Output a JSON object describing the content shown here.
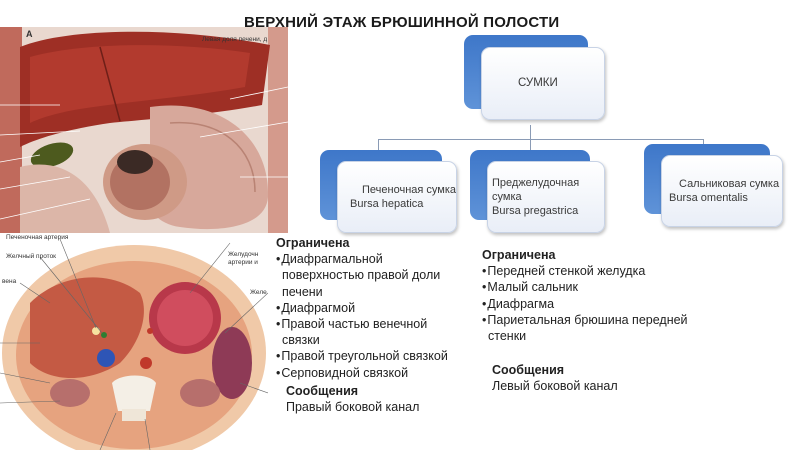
{
  "title": "ВЕРХНИЙ ЭТАЖ БРЮШИННОЙ ПОЛОСТИ",
  "illustrations": {
    "top": {
      "letter": "А",
      "label_liver_left_lobe": "Левая доля печени, д"
    },
    "bottom": {
      "label_hepatic_artery": "Печеночная артерия",
      "label_bile_duct": "Желчный проток",
      "label_vein": "вена",
      "label_gastric": "Желудочн артерии и",
      "label_spleen": "Желе"
    }
  },
  "diagram": {
    "root": "СУМКИ",
    "children": [
      {
        "name": "Печеночная сумка",
        "latin": "Bursa hepatica"
      },
      {
        "name": "Преджелудочная сумка",
        "latin": "Bursa pregastrica"
      },
      {
        "name": "Сальниковая сумка",
        "latin": "Bursa omentalis"
      }
    ]
  },
  "hepatica": {
    "bounded_heading": "Ограничена",
    "bounded_items": [
      "Диафрагмальной поверхностью правой доли печени",
      "Диафрагмой",
      "Правой частью венечной связки",
      "Правой треугольной связкой",
      "Серповидной связкой"
    ],
    "comm_heading": "Сообщения",
    "comm_text": "Правый боковой канал"
  },
  "pregastrica": {
    "bounded_heading": "Ограничена",
    "bounded_items": [
      "Передней стенкой желудка",
      "Малый сальник",
      "Диафрагма",
      "Париетальная брюшина передней стенки"
    ],
    "comm_heading": "Сообщения",
    "comm_text": "Левый боковой канал"
  },
  "colors": {
    "box_accent": "#4a80cf",
    "connector": "#8a9bb5"
  }
}
